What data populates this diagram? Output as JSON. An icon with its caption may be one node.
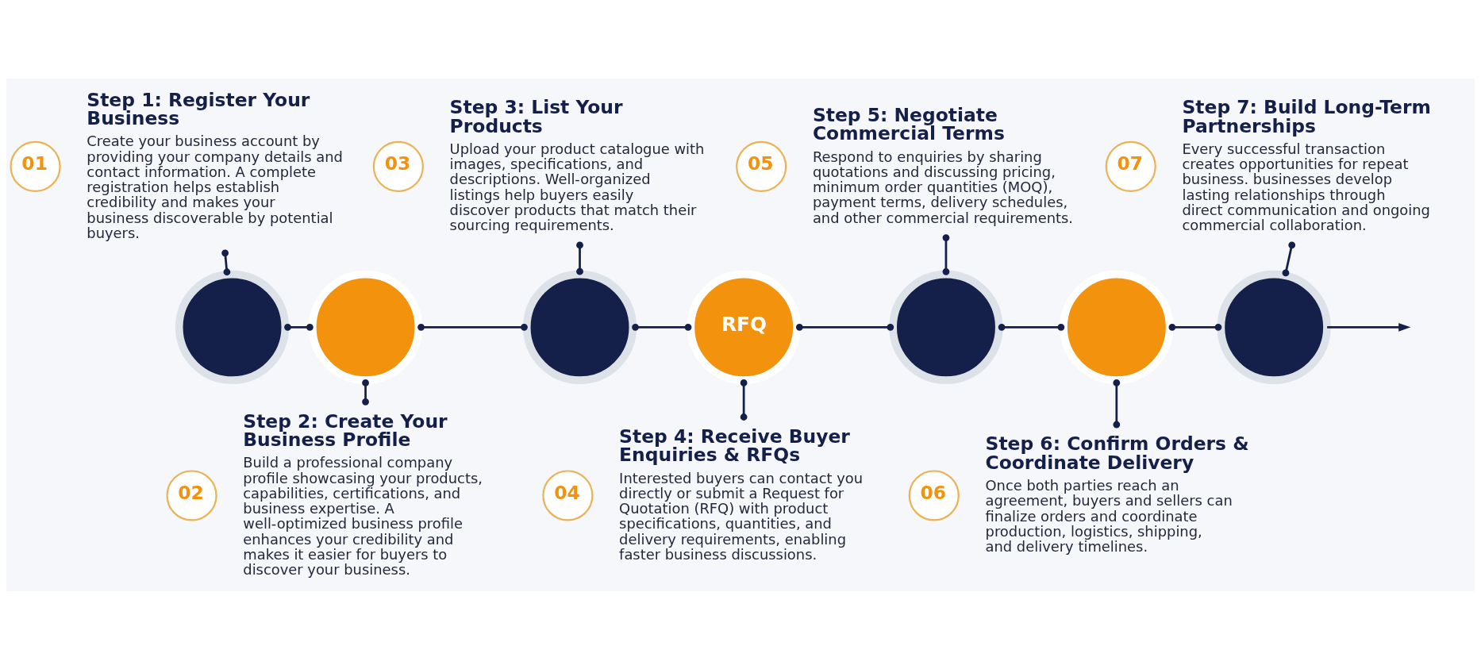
{
  "diagram": {
    "nodes": [
      {
        "text": [
          "01"
        ]
      },
      {
        "text": [
          "Step 1: Register Your Business",
          "Create your business account by providing your company details and contact information. A complete registration helps establish credibility and makes your business discoverable by potential buyers."
        ]
      },
      {
        "text": [],
        "shape": "circle"
      },
      {
        "text": [
          "02"
        ]
      },
      {
        "text": [
          "Step 2: Create Your Business Profile",
          "Build a professional company profile showcasing your products, capabilities, certifications, and business expertise. A well-optimized business profile enhances your credibility and makes it easier for buyers to discover your business."
        ]
      },
      {
        "text": [],
        "shape": "circle"
      },
      {
        "text": [
          "03"
        ]
      },
      {
        "text": [
          "Step 3: List Your Products",
          "Upload your product catalogue with images, specifications, and descriptions. Well-organized listings help buyers easily discover products that match their sourcing requirements."
        ]
      },
      {
        "text": [],
        "shape": "circle"
      },
      {
        "text": [
          "04"
        ]
      },
      {
        "text": [
          "Step 4: Receive Buyer Enquiries & RFQs",
          "Interested buyers can contact you directly or submit a Request for Quotation (RFQ) with product specifications, quantities, and delivery requirements, enabling faster business discussions."
        ]
      },
      {
        "text": [
          "RFQ"
        ]
      },
      {
        "text": [
          "05"
        ]
      },
      {
        "text": [
          "Step 5: Negotiate Commercial Terms",
          "Respond to enquiries by sharing quotations and discussing pricing, minimum order quantities (MOQ), payment terms, delivery schedules, and other commercial requirements."
        ]
      },
      {
        "text": [],
        "shape": "circle"
      },
      {
        "text": [
          "06"
        ]
      },
      {
        "text": [
          "Step 6: Confirm Orders & Coordinate Delivery",
          "Once both parties reach an agreement, buyers and sellers can finalize orders and coordinate production, logistics, shipping, and delivery timelines."
        ]
      },
      {
        "text": [],
        "shape": "circle"
      },
      {
        "text": [
          "07"
        ]
      },
      {
        "text": [
          "Step 7: Build Long-Term Partnerships",
          "Every successful transaction creates opportunities for repeat business. businesses develop lasting relationships through direct communication and ongoing commercial collaboration."
        ]
      },
      {
        "text": [],
        "shape": "circle"
      }
    ],
    "edges": [
      {
        "from": 1,
        "to": 2,
        "arrow": "other"
      },
      {
        "from": 5,
        "to": 4,
        "arrow": "other"
      },
      {
        "from": 7,
        "to": 8,
        "arrow": "other"
      },
      {
        "from": 11,
        "to": 10,
        "arrow": "other"
      },
      {
        "from": 13,
        "to": 14,
        "arrow": "other"
      },
      {
        "from": 17,
        "to": 16,
        "arrow": "other"
      },
      {
        "from": 19,
        "to": 20,
        "arrow": "other"
      },
      {
        "from": 2,
        "to": 5,
        "arrow": "other"
      },
      {
        "from": 5,
        "to": 8,
        "arrow": "other"
      },
      {
        "from": 8,
        "to": 11,
        "arrow": "other"
      },
      {
        "from": 11,
        "to": 14,
        "arrow": "other"
      },
      {
        "from": 14,
        "to": 17,
        "arrow": "other"
      },
      {
        "from": 17,
        "to": 20,
        "arrow": "other"
      },
      {
        "from": 20,
        "to": null,
        "arrow": "to"
      }
    ]
  }
}
